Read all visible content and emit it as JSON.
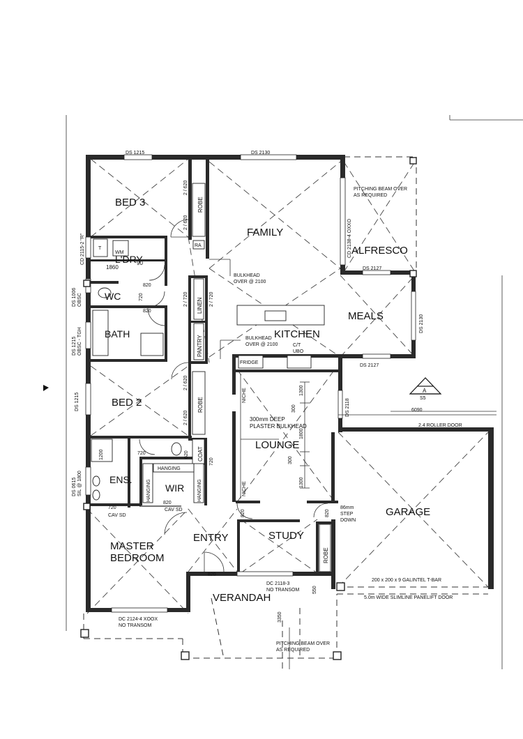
{
  "rooms": {
    "bed3": "BED 3",
    "robe": "ROBE",
    "ra": "RA",
    "family": "FAMILY",
    "alfresco": "ALFRESCO",
    "ldry": "L'DRY",
    "wc": "WC",
    "bath": "BATH",
    "linen": "LINEN",
    "pantry": "PANTRY",
    "kitchen": "KITCHEN",
    "meals": "MEALS",
    "fridge": "FRIDGE",
    "bed2": "BED 2",
    "lounge": "LOUNGE",
    "coat": "COAT",
    "ens": "ENS.",
    "wir": "WIR",
    "hanging": "HANGING",
    "garage": "GARAGE",
    "study": "STUDY",
    "entry": "ENTRY",
    "master1": "MASTER",
    "master2": "BEDROOM",
    "verandah": "VERANDAH",
    "niche": "NICHE"
  },
  "notes": {
    "ds1215_top": "DS 1215",
    "ds2130_top": "DS 2130",
    "pitching1a": "PITCHING BEAM OVER",
    "pitching1b": "AS REQUIRED",
    "cd2138": "CD 2138-4 OXXO",
    "ds2127a": "DS 2127",
    "ds2130_side": "DS 2130",
    "ds2127b": "DS 2127",
    "bulkhead1a": "BULKHEAD",
    "bulkhead1b": "OVER @ 2100",
    "bulkhead2a": "BULKHEAD",
    "bulkhead2b": "OVER @ 2100",
    "ct1": "C/T",
    "ct2": "UBO",
    "cd2115": "CD 2115-2 \"R\"",
    "dim1860": "1860",
    "dim90": "90",
    "ds1006a": "DS 1006",
    "ds1006b": "OBSC",
    "ds1215_tgh_a": "DS 1215",
    "ds1215_tgh_b": "OBSC - TGH",
    "ds1215_bed2": "DS 1215",
    "ds0615a": "DS 0615",
    "ds0615b": "SIL @ 1800",
    "wm": "WM",
    "tr": "T",
    "d620a": "2 / 620",
    "d620b": "2 / 620",
    "d720a": "2 / 720",
    "d720b": "2 / 720",
    "d620c": "2 / 620",
    "d620d": "2 / 620",
    "d820a": "820",
    "d820b": "820",
    "d720c": "720",
    "d720d": "720",
    "d720e": "720",
    "d720f": "720",
    "d820c": "820",
    "d820d": "820",
    "d820e": "820",
    "d620e": "620",
    "d820f": "820",
    "d1200": "1200",
    "cavsd1": "CAV SD",
    "cavsd2": "CAV SD",
    "plaster1": "300mm DEEP",
    "plaster2": "PLASTER BULKHEAD",
    "d300a": "300",
    "d1800": "1800",
    "d300b": "300",
    "d1300a": "1300",
    "d1300b": "1300",
    "section_a": "A",
    "section_s5": "S5",
    "d6090": "6090",
    "ds2118": "DS 2118",
    "rollerdoor": "2.4 ROLLER DOOR",
    "step1": "86mm",
    "step2": "STEP",
    "step3": "DOWN",
    "galintel": "200 x 200 x 9 GALINTEL T-BAR",
    "panelift": "5.0m WIDE SLIMLINE PANELIFT DOOR",
    "dc2118a": "DC 2118-3",
    "dc2118b": "NO TRANSOM",
    "d550": "550",
    "dc2124a": "DC 2124-4 XOOX",
    "dc2124b": "NO TRANSOM",
    "d3350": "3350",
    "pitching2a": "PITCHING BEAM OVER",
    "pitching2b": "AS REQUIRED"
  }
}
